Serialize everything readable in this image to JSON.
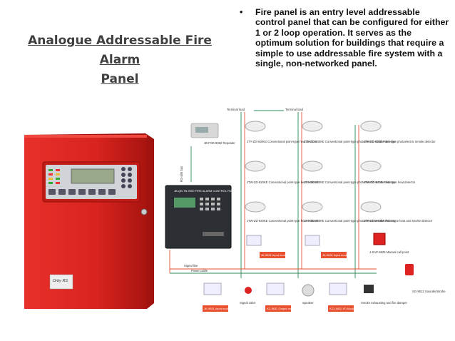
{
  "slide": {
    "title_line1": "Analogue Addressable Fire Alarm",
    "title_line2": "Panel",
    "bullet_symbol": "•",
    "bullet_text": "Fire panel is an entry level addressable control panel that can be configured for either 1 or 2 loop operation. It serves as the optimum solution for buildings that require a simple to use addressable fire system with a single, non-networked panel."
  },
  "panel_photo": {
    "brand_label": "Orby RS",
    "colors": {
      "body": "#d8231f",
      "door_edge": "#b51712"
    }
  },
  "diagram": {
    "terminal_labels": [
      "Terminal load",
      "Terminal load"
    ],
    "repeater_label": "JB-FSD-9062 Repeater",
    "bus_label": "RS-485 bus",
    "control_panel_label": "JB-QB-TB-9000 FIRE ALARM CONTROL PANEL",
    "detector_labels": [
      "JTY-ZD-920KE Conventional point-type heat detector",
      "JTY-GD-930KE Conventional point-type photoelectric smoke detector",
      "JTY-GD-930E Point-type photoelectric smoke detector",
      "JTW-ZD-920KE Conventional point-type heat detector",
      "JTY-GD-930KE Conventional point-type photoelectric smoke detector",
      "JTW-ZD-920E Point-type heat detector",
      "JTW-ZD-920KE Conventional point-type heat detector",
      "JTY-GD-930KE Conventional point-type photoelectric smoke detector",
      "JTY-GDM-9368 Point-type heat and smoke detector"
    ],
    "input_modules": [
      "JK-9631 Input module",
      "JK-9631 Input module"
    ],
    "manual_call_label": "J-SAP-9625 Manual call point",
    "signal_line_label": "Signal line",
    "power_line_label": "Power cable",
    "bottom_modules": [
      "JK-9631 Input module",
      "KZ-9632 Output module",
      "KZJ-9632 I/O Module"
    ],
    "bottom_labels": [
      "Signal valve",
      "Speaker",
      "Smoke exhausting and fire damper",
      "SG-9012 Sounder/strobe"
    ]
  }
}
